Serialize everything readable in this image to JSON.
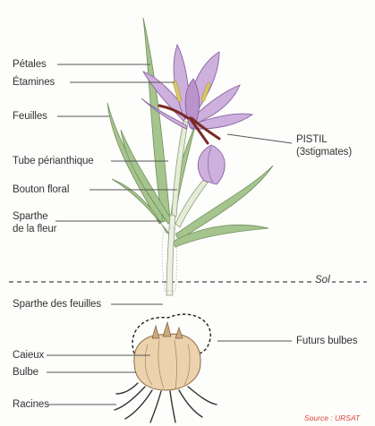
{
  "labels": {
    "petales": "Pétales",
    "etamines": "Étamines",
    "feuilles": "Feuilles",
    "tube": "Tube périanthique",
    "bouton": "Bouton floral",
    "sparthe_fleur_l1": "Sparthe",
    "sparthe_fleur_l2": "de la fleur",
    "sparthe_feuilles": "Sparthe des feuilles",
    "caieux": "Caieux",
    "bulbe": "Bulbe",
    "racines": "Racines",
    "pistil_l1": "PISTIL",
    "pistil_l2": "(3stigmates)",
    "sol": "Sol",
    "futurs_bulbes": "Futurs bulbes"
  },
  "source": "Source : URSAT",
  "colors": {
    "petal": "#c9a8d6",
    "petal_dark": "#9b74b3",
    "stigma": "#7a2a25",
    "leaf": "#8fb37a",
    "bulb": "#e7c9a3",
    "source_text": "#d8463c"
  }
}
